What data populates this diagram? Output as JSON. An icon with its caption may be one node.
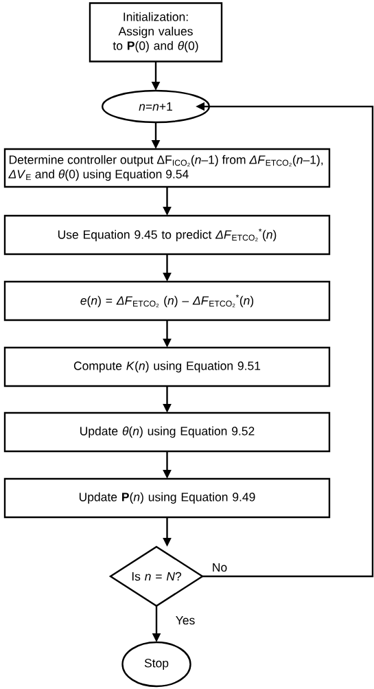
{
  "diagram": {
    "nodes": [
      {
        "text": [
          "Initialization: Assign values to **P**(0) and *θ*(0)"
        ]
      },
      {
        "text": [
          "*n*=*n*+1"
        ]
      },
      {
        "text": [
          "Determine controller output ΔF$_{ICO₂}$(*n*–1) from *ΔF*$_{ETCO₂}$(*n*–1), *ΔV*$_{E}$ and *θ*(0) using Equation 9.54"
        ]
      },
      {
        "text": [
          "Use Equation 9.45 to predict *ΔF*$_{ETCO₂}$$^{*}$(*n*)"
        ]
      },
      {
        "text": [
          "*e*(*n*) = *ΔF*$_{ETCO₂}$ (*n*) – *ΔF*$_{ETCO₂}$$^{*}$(*n*)"
        ]
      },
      {
        "text": [
          "Compute *K*(*n*) using Equation 9.51"
        ]
      },
      {
        "text": [
          "Update *θ*(*n*) using Equation 9.52"
        ]
      },
      {
        "text": [
          "Update **P**(*n*) using Equation 9.49"
        ]
      },
      {
        "text": [
          "Is *n* = *N*?"
        ]
      },
      {
        "text": [
          "Stop"
        ]
      }
    ],
    "edges": [
      {
        "from": 0,
        "to": 1,
        "arrow": "to"
      },
      {
        "from": 1,
        "to": 2,
        "arrow": "to"
      },
      {
        "from": 2,
        "to": 3,
        "arrow": "to"
      },
      {
        "from": 3,
        "to": 4,
        "arrow": "to"
      },
      {
        "from": 4,
        "to": 5,
        "arrow": "to"
      },
      {
        "from": 5,
        "to": 6,
        "arrow": "to"
      },
      {
        "from": 6,
        "to": 7,
        "arrow": "to"
      },
      {
        "from": 7,
        "to": 8,
        "arrow": "to"
      },
      {
        "from": 8,
        "to": 9,
        "label": "Yes",
        "arrow": "to"
      },
      {
        "from": 8,
        "to": 1,
        "label": "No",
        "arrow": "to"
      }
    ]
  }
}
